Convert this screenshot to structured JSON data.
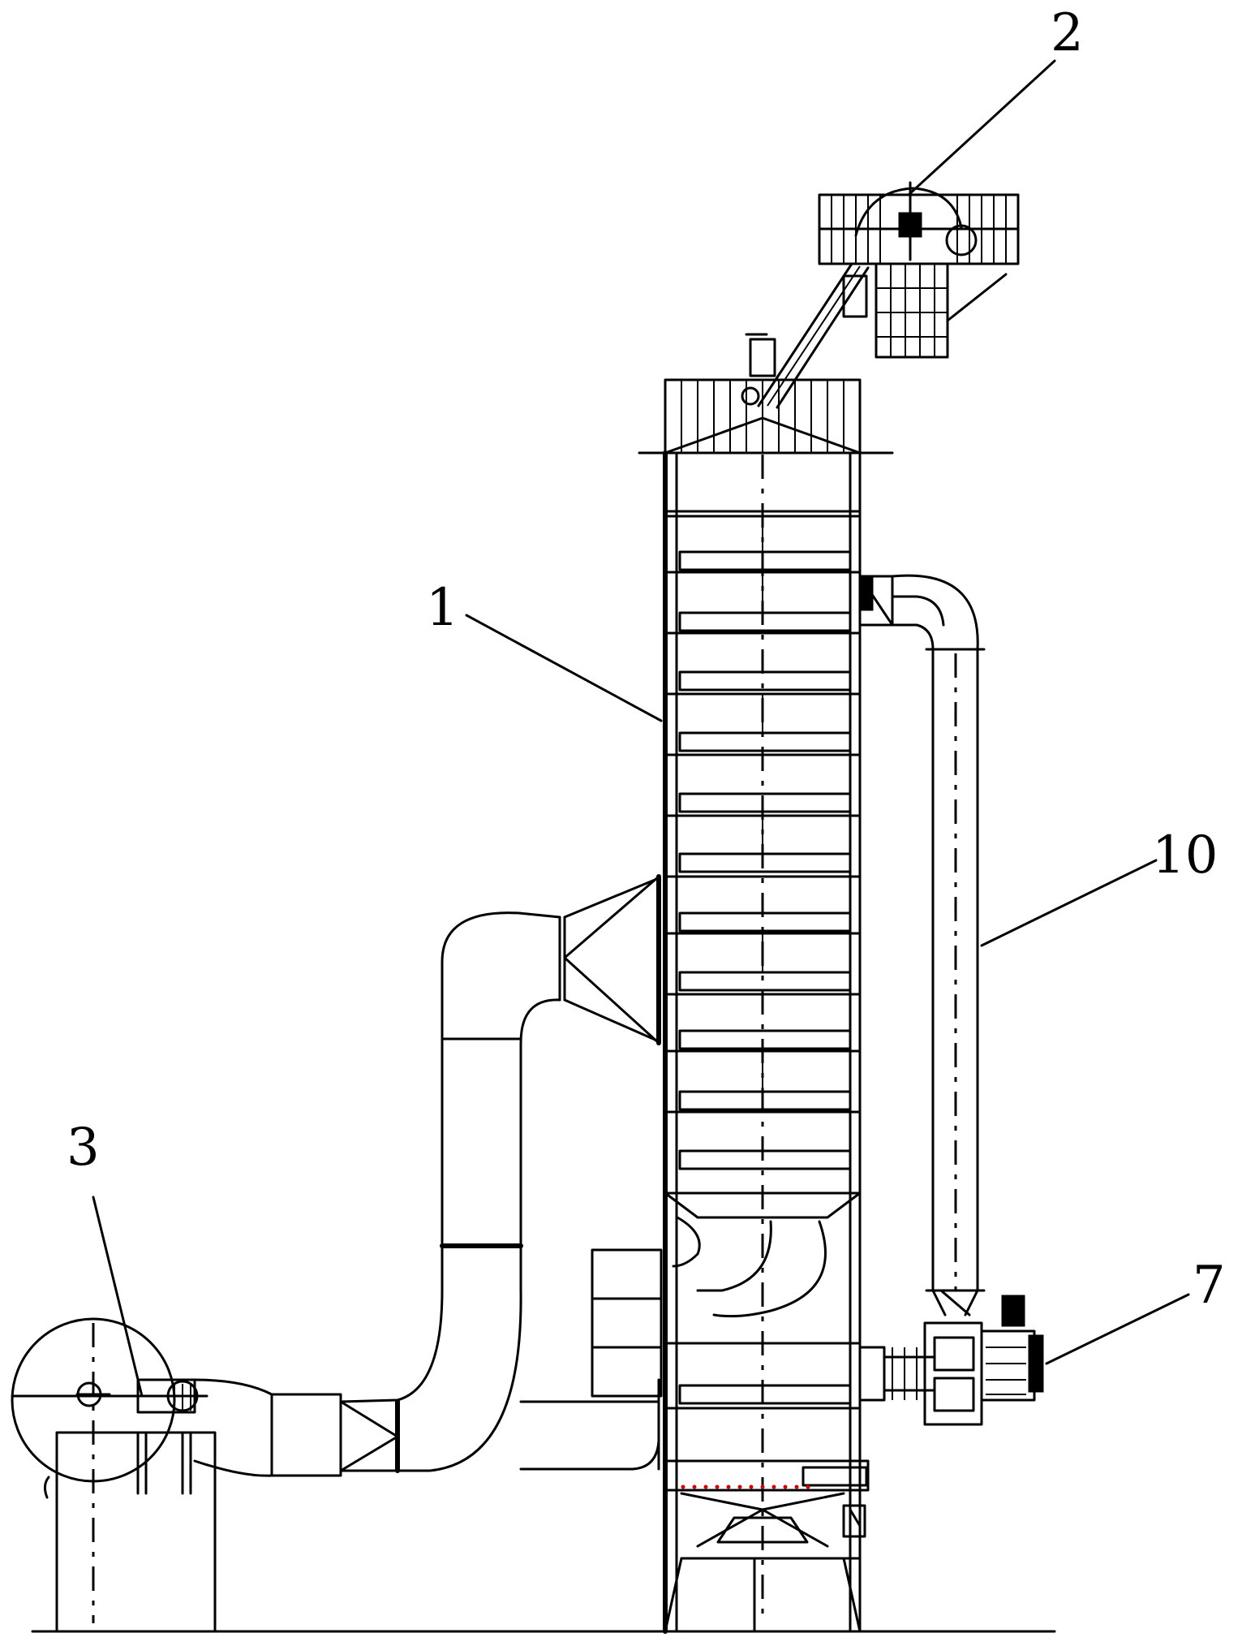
{
  "figure": {
    "callouts": [
      {
        "id": "label-1",
        "text": "1"
      },
      {
        "id": "label-2",
        "text": "2"
      },
      {
        "id": "label-3",
        "text": "3"
      },
      {
        "id": "label-7",
        "text": "7"
      },
      {
        "id": "label-10",
        "text": "10"
      }
    ],
    "colors": {
      "line": "#000000",
      "background": "#ffffff",
      "grate_dots": "#cc0000"
    }
  }
}
